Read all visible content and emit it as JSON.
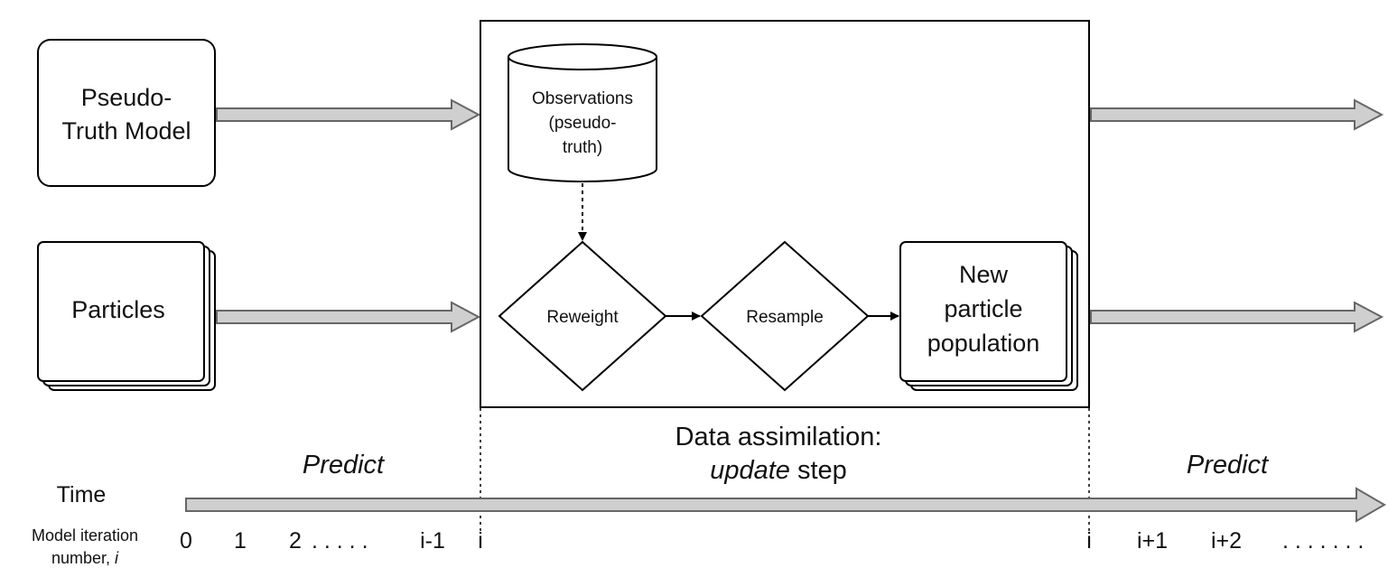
{
  "nodes": {
    "pseudo_truth": {
      "line1": "Pseudo-",
      "line2": "Truth Model"
    },
    "particles": {
      "label": "Particles"
    },
    "observations": {
      "line1": "Observations",
      "line2": "(pseudo-",
      "line3": "truth)"
    },
    "reweight": {
      "label": "Reweight"
    },
    "resample": {
      "label": "Resample"
    },
    "new_population": {
      "line1": "New",
      "line2": "particle",
      "line3": "population"
    }
  },
  "phases": {
    "predict_left": "Predict",
    "da_line1": "Data assimilation:",
    "da_update_word": "update",
    "da_step_word": " step",
    "predict_right": "Predict"
  },
  "timeline": {
    "label": "Time",
    "iter_label_line1": "Model iteration",
    "iter_label_line2_prefix": "number, ",
    "iter_label_line2_var": "i",
    "ticks": {
      "t0": "0",
      "t1": "1",
      "t2": "2",
      "dots1": ". . . . .",
      "im1": "i-1",
      "i_start": "i",
      "i_end": "i",
      "ip1": "i+1",
      "ip2": "i+2",
      "dots2": ". . . . . . ."
    }
  },
  "colors": {
    "arrow_fill": "#cfcfcf",
    "stroke": "#000000"
  }
}
